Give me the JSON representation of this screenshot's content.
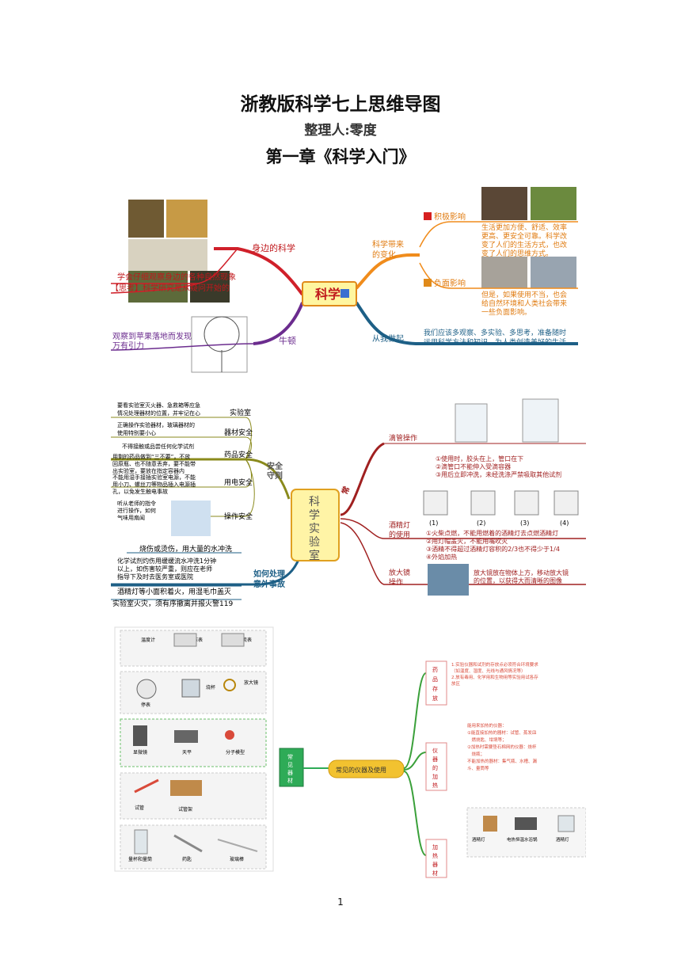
{
  "header": {
    "title": "浙教版科学七上思维导图",
    "organizer": "整理人:零度",
    "chapter": "第一章《科学入门》"
  },
  "map1": {
    "center": "科学",
    "left": {
      "branch1": "身边的科学",
      "observe": "学会仔细观察身边的各种自然现象",
      "think": "【思考】科学研究是从疑问开始的",
      "branch2": "牛顿",
      "newton": [
        "观察到苹果落地而发现",
        "万有引力"
      ]
    },
    "right": {
      "branch1": [
        "科学带来",
        "的变化"
      ],
      "pos_label": "积极影响",
      "pos_text": [
        "生活更加方便、舒适、效率",
        "更高、更安全可靠。科学改",
        "变了人们的生活方式，也改",
        "变了人们的思维方式。"
      ],
      "neg_label": "负面影响",
      "neg_text": [
        "但是，如果使用不当，也会",
        "给自然环境和人类社会带来",
        "一些负面影响。"
      ],
      "branch2": "从我做起",
      "me_text": [
        "我们应该多观察、多实验、多思考，准备随时",
        "运用科学方法和知识，为人类创造美好的生活"
      ]
    }
  },
  "map2": {
    "center": [
      "科",
      "学",
      "实",
      "验",
      "室"
    ],
    "safety": [
      "安全",
      "守则"
    ],
    "lab": "实验室",
    "lab_text": [
      "要看实验室灭火器、急救箱等应急",
      "情况处理器材的位置，并牢记在心"
    ],
    "equip": "器材安全",
    "equip_text": [
      "正确操作实验器材，玻璃器材的",
      "使用特别要小心"
    ],
    "drug": "药品安全",
    "drug_text": [
      "不得接触或品尝任何化学试剂",
      "用剩的药品做到“三不要”，不放",
      "回原瓶、也不随意丢弃，要不能带",
      "出实验室，要放在指定容器内"
    ],
    "elec": "用电安全",
    "elec_text": [
      "不能用湿手接插实验室电源，不能",
      "用小刀、螺丝刀等物品插入电源插",
      "孔，以免发生触电事故"
    ],
    "op": "操作安全",
    "op_text": [
      "听从老师的指令",
      "进行操作，如何",
      "气味用扇闻"
    ],
    "accident": [
      "如何处理",
      "意外事故"
    ],
    "acc1": "烧伤或烫伤，用大量的水冲洗",
    "acc2": [
      "化学试剂灼伤用缓缓流水冲洗1分钟",
      "以上，如伤害较严重，则应在老师",
      "指导下及时去医务室或医院"
    ],
    "acc3": "酒精灯等小面积着火，用湿毛巾盖灭",
    "acc4": "实验室火灾，须有序撤离并报火警119",
    "common": [
      "常",
      "见",
      "器",
      "材"
    ],
    "dropper": "滴管操作",
    "dropper_text": [
      "①使用时，胶头在上，管口在下",
      "②滴管口不能伸入受滴容器",
      "③用后立即冲洗，未经洗涤严禁吸取其他试剂"
    ],
    "lamp": [
      "酒精灯",
      "的使用"
    ],
    "lamp_nums": [
      "(1)",
      "(2)",
      "(3)",
      "(4)"
    ],
    "lamp_text": [
      "①火柴点燃，不能用燃着的酒精灯去点燃酒精灯",
      "②用灯帽盖灭，不能用嘴吹灭",
      "③酒精不得超过酒精灯容积的2/3也不得少于1/4",
      "④外焰加热"
    ],
    "mag": [
      "放大镜",
      "操作"
    ],
    "mag_text": [
      "放大镜放在物体上方，移动放大镜",
      "的位置，以获得大而清晰的图像"
    ]
  },
  "map3": {
    "center": "常见的仪器及使用",
    "left_box": [
      "常",
      "见",
      "器",
      "材"
    ],
    "cards": {
      "thermo": "温度计",
      "voltm": "电压表",
      "ammeter": "电流表",
      "timer": "停表",
      "beaker": "烧杯",
      "magnifier": "放大镜",
      "microscope": "显微镜",
      "balance": "天平",
      "model": "分子模型",
      "tube": "试管",
      "rack": "试管架",
      "cylinder": "量杯和量筒",
      "tweezers": "药匙",
      "rod": "玻璃棒"
    },
    "drug_box": [
      "药",
      "品",
      "存",
      "放"
    ],
    "drug_text": [
      "1.实验仪器和试剂的存放点必须符合环境要求",
      "（如温度、湿度、光线与通风情况等）",
      "2.放有毒用、化学用和生物用等实验用试各存",
      "放区"
    ],
    "heat_box": [
      "仪",
      "器",
      "的",
      "加",
      "热"
    ],
    "heat_text": [
      "能用来加热的仪器：",
      "①能直接加热的器材：试管、蒸发皿",
      "　燃烧匙、坩埚等；",
      "②加热时需要垫石棉网的仪器：烧杯",
      "　烧瓶；",
      "不能加热的器材：集气瓶、水槽、漏",
      "斗、量筒等"
    ],
    "heatdev_box": [
      "加",
      "热",
      "器",
      "材"
    ],
    "heatdev": [
      "酒精灯",
      "电热恒温水浴锅",
      "酒精灯"
    ]
  },
  "footer": {
    "page": "1"
  }
}
